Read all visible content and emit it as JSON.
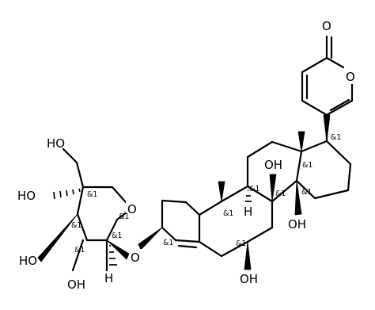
{
  "labels": {
    "carbonyl_O": "O",
    "ring_O_pyranone": "O",
    "sugar_ring_O": "O",
    "glycosidic_O": "O",
    "OH_14": "OH",
    "OH_8": "OH",
    "OH_6": "OH",
    "HO_6prime": "HO",
    "HO_4prime": "HO",
    "HO_3prime": "HO",
    "OH_2prime": "OH",
    "H_9": "H",
    "H_1prime": "H"
  },
  "stereo_mark": "&1"
}
